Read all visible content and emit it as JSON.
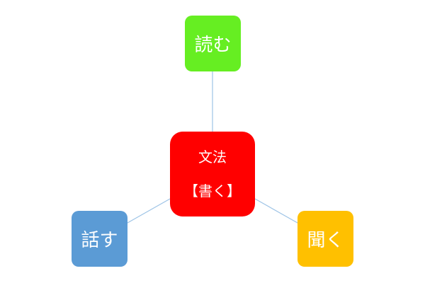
{
  "nodes": {
    "read": {
      "label": "読む",
      "color": "#66ee22"
    },
    "center": {
      "line1": "文法",
      "line2": "【書く】",
      "color": "#ff0000"
    },
    "speak": {
      "label": "話す",
      "color": "#5b9bd5"
    },
    "listen": {
      "label": "聞く",
      "color": "#ffc000"
    }
  },
  "connector_color": "#9dc3e6"
}
